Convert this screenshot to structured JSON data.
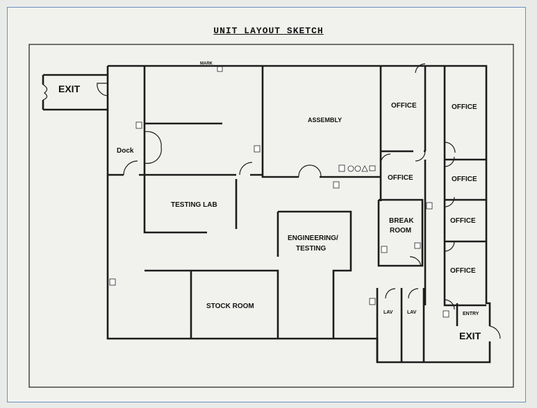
{
  "title": "UNIT LAYOUT SKETCH",
  "marker": "MARK",
  "rooms": {
    "exit_west": "EXIT",
    "dock": "Dock",
    "assembly": "ASSEMBLY",
    "office_1": "OFFICE",
    "office_2": "OFFICE",
    "office_3": "OFFICE",
    "office_4": "OFFICE",
    "office_5": "OFFICE",
    "office_6": "OFFICE",
    "testing_lab": "TESTING LAB",
    "break_room_line1": "BREAK",
    "break_room_line2": "ROOM",
    "engineering_line1": "ENGINEERING/",
    "engineering_line2": "TESTING",
    "stock_room": "STOCK ROOM",
    "lav_1": "LAV",
    "lav_2": "LAV",
    "entry": "ENTRY",
    "exit_east": "EXIT"
  }
}
